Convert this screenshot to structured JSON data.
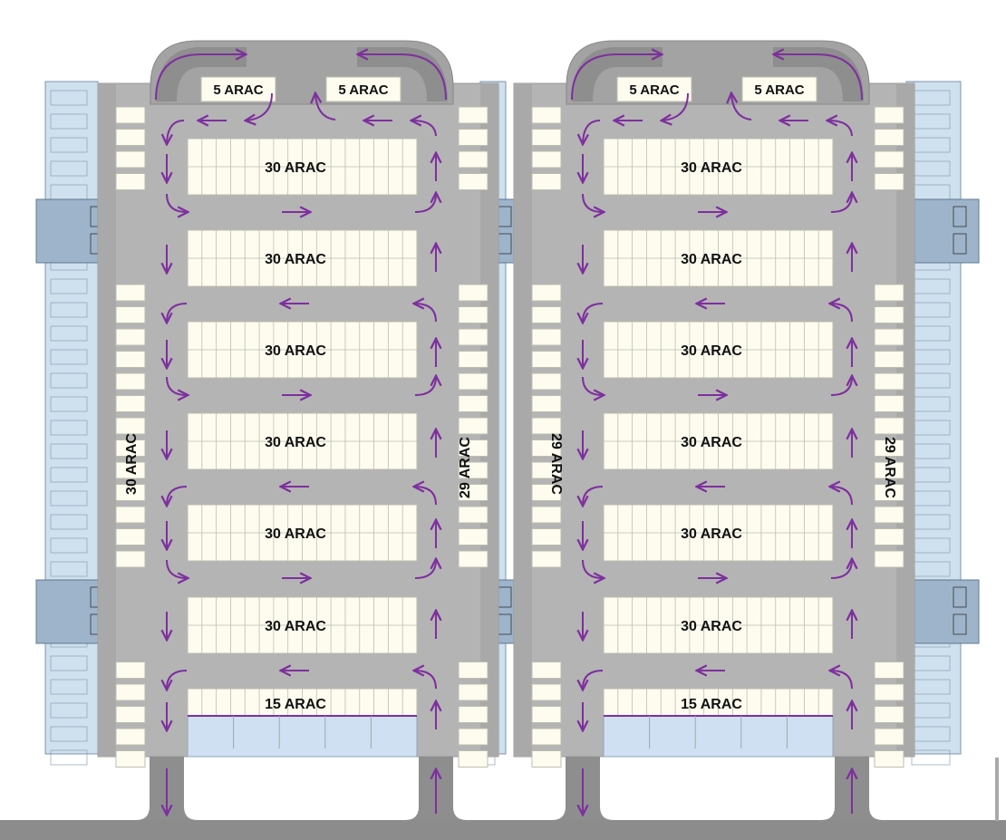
{
  "colors": {
    "lot": "#b4b4b4",
    "lot_dark": "#8e8e8e",
    "stall": "#fdfcef",
    "stall_line": "#bdbdb0",
    "building": "#cfe0ef",
    "core": "#9db4ca",
    "arrow": "#7e2f9e",
    "shop": "#cfe0f3"
  },
  "halves": [
    {
      "name": "left",
      "top_labels": [
        "5 ARAC",
        "5 ARAC"
      ],
      "blocks": [
        "30 ARAC",
        "30 ARAC",
        "30 ARAC",
        "30 ARAC",
        "30 ARAC",
        "30 ARAC",
        "15 ARAC"
      ],
      "side_left_label": "30 ARAC",
      "side_right_label": "29 ARAC"
    },
    {
      "name": "right",
      "top_labels": [
        "5 ARAC",
        "5 ARAC"
      ],
      "blocks": [
        "30 ARAC",
        "30 ARAC",
        "30 ARAC",
        "30 ARAC",
        "30 ARAC",
        "30 ARAC",
        "15 ARAC"
      ],
      "side_left_label": "29 ARAC",
      "side_right_label": "29 ARAC"
    }
  ]
}
